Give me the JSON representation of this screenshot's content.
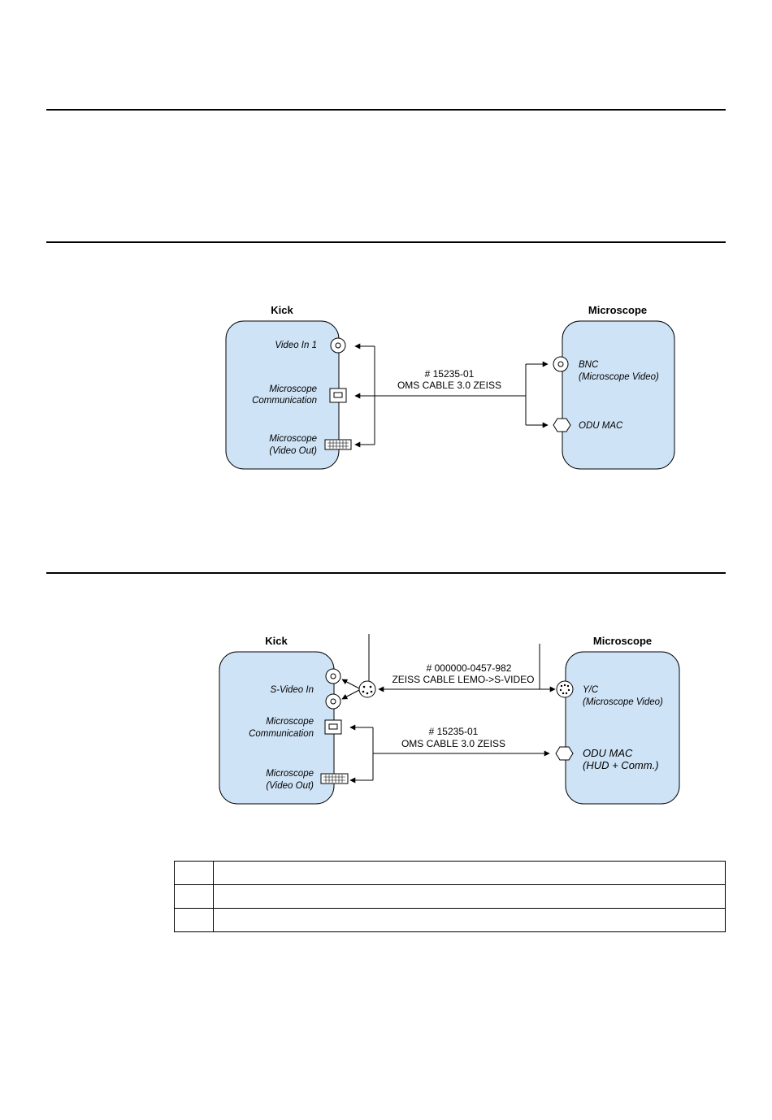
{
  "diagram1": {
    "left_title": "Kick",
    "right_title": "Microscope",
    "left_ports": [
      "Video In 1",
      "Microscope",
      "Communication",
      "Microscope",
      "(Video Out)"
    ],
    "cable_number": "# 15235-01",
    "cable_name": "OMS CABLE 3.0 ZEISS",
    "right_ports": [
      "BNC",
      "(Microscope Video)",
      "ODU MAC"
    ]
  },
  "diagram2": {
    "left_title": "Kick",
    "right_title": "Microscope",
    "left_ports": [
      "S-Video In",
      "Microscope",
      "Communication",
      "Microscope",
      "(Video Out)"
    ],
    "cable1_number": "# 000000-0457-982",
    "cable1_name": "ZEISS CABLE LEMO->S-VIDEO",
    "cable2_number": "# 15235-01",
    "cable2_name": "OMS CABLE 3.0 ZEISS",
    "right_ports": [
      "Y/C",
      "(Microscope Video)",
      "ODU MAC",
      "(HUD + Comm.)"
    ]
  },
  "legend_rows": [
    {
      "num": "",
      "text": ""
    },
    {
      "num": "",
      "text": ""
    },
    {
      "num": "",
      "text": ""
    }
  ],
  "colors": {
    "box_fill": "#cfe3f6",
    "line": "#000000"
  }
}
